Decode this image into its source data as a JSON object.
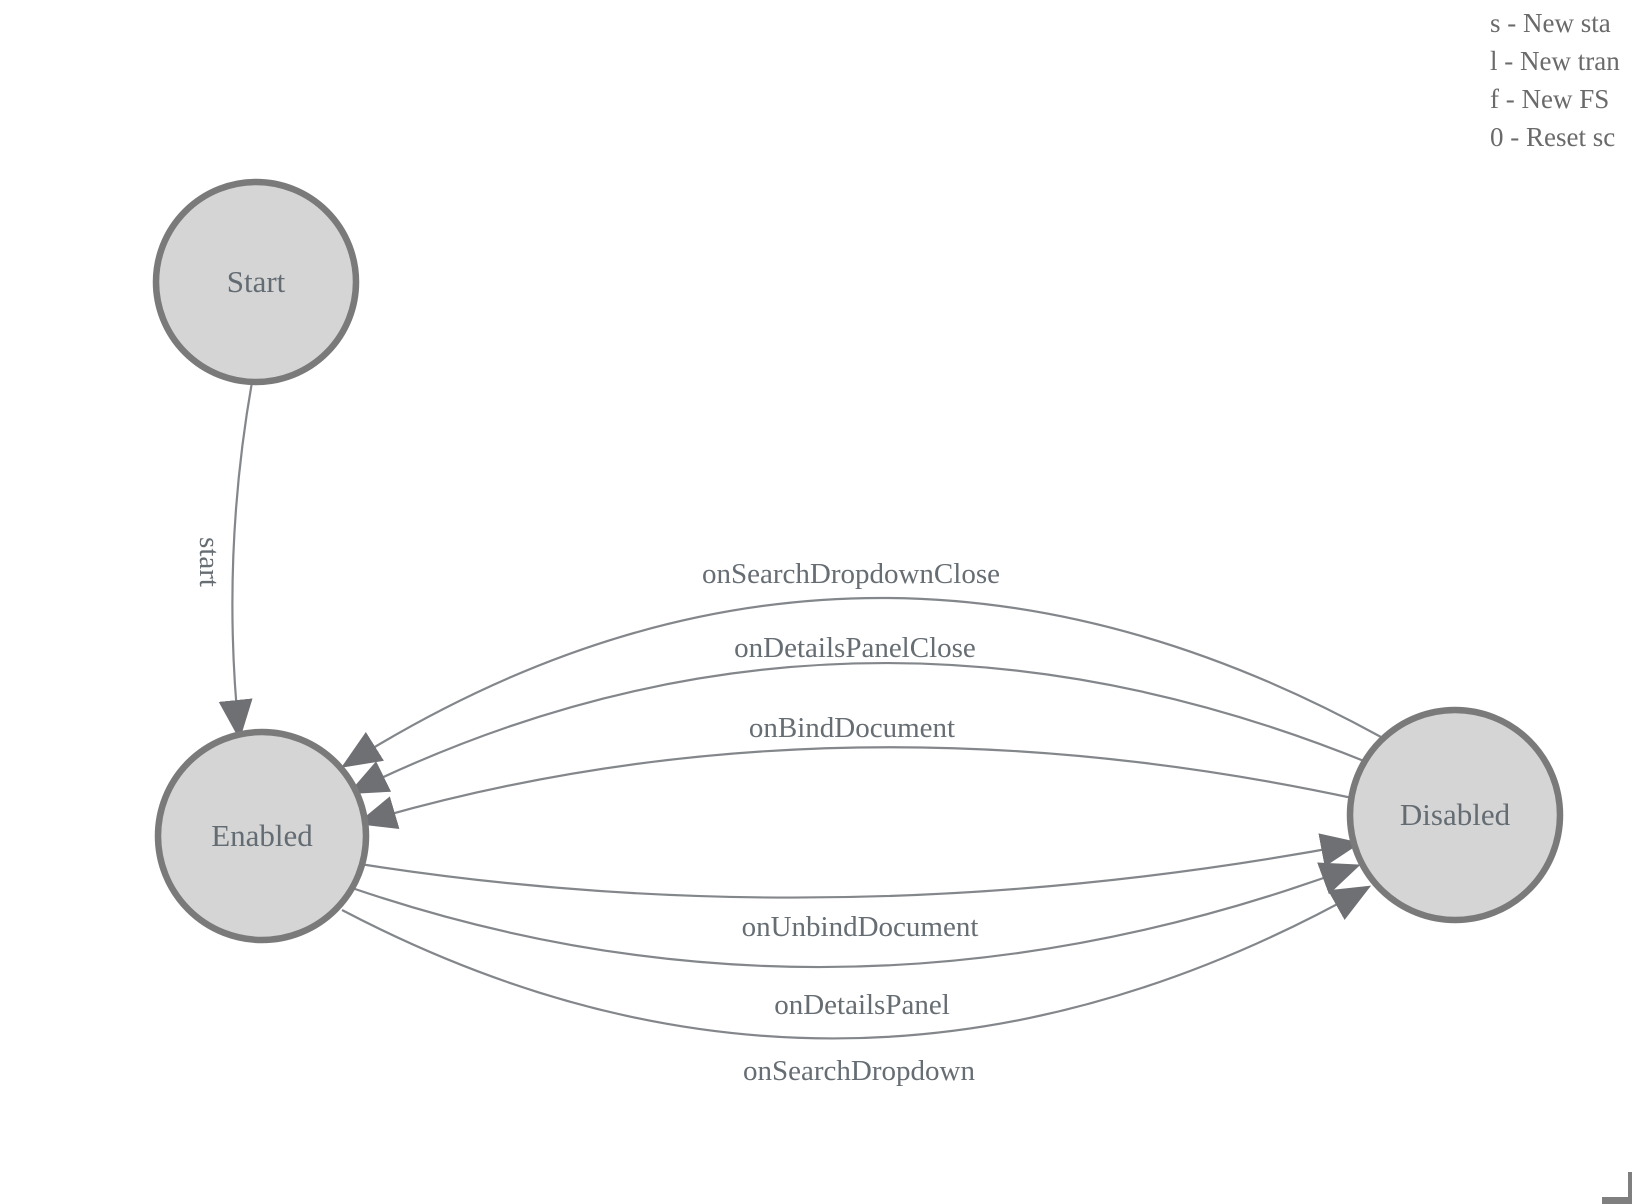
{
  "diagram": {
    "nodes": [
      {
        "id": "start",
        "label": "Start"
      },
      {
        "id": "enabled",
        "label": "Enabled"
      },
      {
        "id": "disabled",
        "label": "Disabled"
      }
    ],
    "edges": [
      {
        "id": "start-transition",
        "label": "start",
        "from": "Start",
        "to": "Enabled"
      },
      {
        "id": "onSearchDropdownClose",
        "label": "onSearchDropdownClose",
        "from": "Disabled",
        "to": "Enabled"
      },
      {
        "id": "onDetailsPanelClose",
        "label": "onDetailsPanelClose",
        "from": "Disabled",
        "to": "Enabled"
      },
      {
        "id": "onBindDocument",
        "label": "onBindDocument",
        "from": "Disabled",
        "to": "Enabled"
      },
      {
        "id": "onUnbindDocument",
        "label": "onUnbindDocument",
        "from": "Enabled",
        "to": "Disabled"
      },
      {
        "id": "onDetailsPanel",
        "label": "onDetailsPanel",
        "from": "Enabled",
        "to": "Disabled"
      },
      {
        "id": "onSearchDropdown",
        "label": "onSearchDropdown",
        "from": "Enabled",
        "to": "Disabled"
      }
    ]
  },
  "legend": {
    "lines": [
      "s - New sta",
      "l - New tran",
      "f - New FS",
      "0 - Reset sc"
    ]
  },
  "colors": {
    "node_fill": "#d5d5d5",
    "node_stroke": "#7a7a7a",
    "edge_stroke": "#83868a",
    "arrowhead": "#6e7073",
    "diagram_text": "#646c73",
    "legend_text": "#6a6a6a"
  }
}
